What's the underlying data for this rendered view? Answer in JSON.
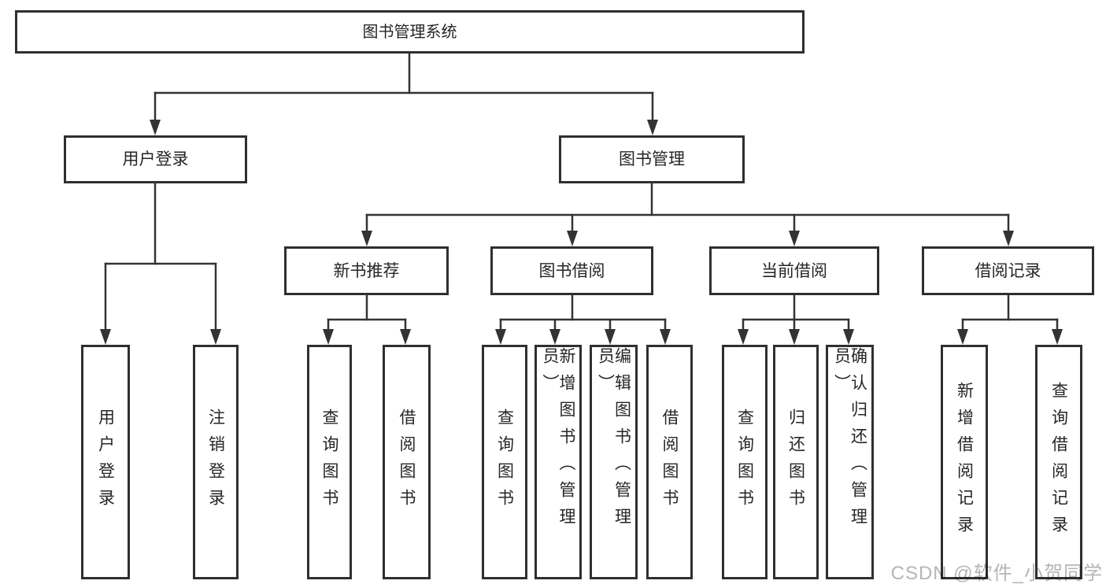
{
  "diagram": {
    "type": "tree",
    "title": "图书管理系统",
    "line_color": "#333333",
    "box_border_color": "#2f2f2f",
    "box_fill": "#ffffff",
    "text_color": "#262626",
    "nodes": [
      {
        "id": "book-system",
        "label": "图书管理系统",
        "parent": null
      },
      {
        "id": "user-login",
        "label": "用户登录",
        "parent": "book-system"
      },
      {
        "id": "book-mgmt",
        "label": "图书管理",
        "parent": "book-system"
      },
      {
        "id": "leaf-user-login",
        "label": "用户登录",
        "parent": "user-login"
      },
      {
        "id": "leaf-logout",
        "label": "注销登录",
        "parent": "user-login"
      },
      {
        "id": "new-book-rec",
        "label": "新书推荐",
        "parent": "book-mgmt"
      },
      {
        "id": "book-borrow",
        "label": "图书借阅",
        "parent": "book-mgmt"
      },
      {
        "id": "current-borrow",
        "label": "当前借阅",
        "parent": "book-mgmt"
      },
      {
        "id": "borrow-records",
        "label": "借阅记录",
        "parent": "book-mgmt"
      },
      {
        "id": "nbr-query-books",
        "label": "查询图书",
        "parent": "new-book-rec"
      },
      {
        "id": "nbr-borrow-books",
        "label": "借阅图书",
        "parent": "new-book-rec"
      },
      {
        "id": "bb-query-books",
        "label": "查询图书",
        "parent": "book-borrow"
      },
      {
        "id": "bb-add-books",
        "label": "新增图书（管理员）",
        "parent": "book-borrow"
      },
      {
        "id": "bb-edit-books",
        "label": "编辑图书（管理员）",
        "parent": "book-borrow"
      },
      {
        "id": "bb-borrow-books",
        "label": "借阅图书",
        "parent": "book-borrow"
      },
      {
        "id": "cb-query-books",
        "label": "查询图书",
        "parent": "current-borrow"
      },
      {
        "id": "cb-return-books",
        "label": "归还图书",
        "parent": "current-borrow"
      },
      {
        "id": "cb-confirm-return",
        "label": "确认归还（管理员）",
        "parent": "current-borrow"
      },
      {
        "id": "br-add-record",
        "label": "新增借阅记录",
        "parent": "borrow-records"
      },
      {
        "id": "br-query-record",
        "label": "查询借阅记录",
        "parent": "borrow-records"
      }
    ]
  },
  "watermark": {
    "text": "CSDN @软件_小贺同学",
    "color": "#b5b5b5"
  }
}
